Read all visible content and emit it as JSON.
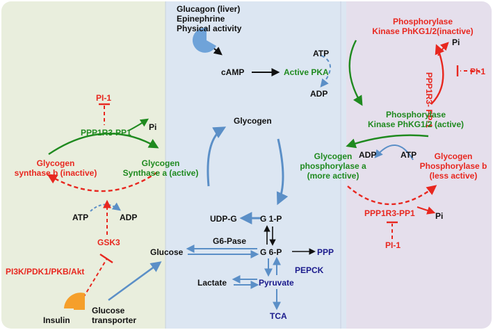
{
  "colors": {
    "left_panel_bg": "#e9eedd",
    "mid_panel_bg": "#dce6f2",
    "right_panel_bg": "#e5dfec",
    "blue_arrow": "#5b8fc7",
    "red": "#e8271f",
    "green": "#1f8a1f",
    "navy": "#1a1a8c",
    "receptor_orange": "#f59f2b",
    "receptor_blue": "#6fa3d9"
  },
  "icons": {
    "insulin_receptor": "half-circle-orange-icon",
    "glucagon_receptor": "pac-shape-blue-icon"
  },
  "top": {
    "glucagon": "Glucagon (liver)",
    "epinephrine": "Epinephrine",
    "activity": "Physical activity",
    "camp": "cAMP",
    "active_pka": "Active PKA",
    "atp": "ATP",
    "adp": "ADP"
  },
  "left": {
    "pi1": "PI-1",
    "ppp1r3": "PPP1R3-PP1",
    "pi": "Pi",
    "gs_b_1": "Glycogen",
    "gs_b_2": "synthase b (inactive)",
    "gs_a_1": "Glycogen",
    "gs_a_2": "Synthase a (active)",
    "atp": "ATP",
    "adp": "ADP",
    "gsk3": "GSK3",
    "pi3k": "PI3K/PDK1/PKB/Akt",
    "insulin": "Insulin",
    "transporter_1": "Glucose",
    "transporter_2": "transporter"
  },
  "middle": {
    "glycogen": "Glycogen",
    "udpg": "UDP-G",
    "g1p": "G 1-P",
    "g6p": "G 6-P",
    "glucose": "Glucose",
    "g6pase": "G6-Pase",
    "ppp": "PPP",
    "pepck": "PEPCK",
    "lactate": "Lactate",
    "pyruvate": "Pyruvate",
    "tca": "TCA"
  },
  "right": {
    "phk_inactive_1": "Phosphorylase",
    "phk_inactive_2": "Kinase PhKG1/2(inactive)",
    "pi_top": "Pi",
    "ppp1r3_vert": "PPP1R3- PP-1",
    "pi1_top": "PI-1",
    "phk_active_1": "Phosphorylase",
    "phk_active_2": "Kinase PhKG1/2 (active)",
    "adp": "ADP",
    "atp": "ATP",
    "gp_a_1": "Glycogen",
    "gp_a_2": "phosphorylase a",
    "gp_a_3": "(more active)",
    "gp_b_1": "Glycogen",
    "gp_b_2": "Phosphorylase b",
    "gp_b_3": "(less active)",
    "ppp1r3_bottom": "PPP1R3-PP1",
    "pi_bottom": "Pi",
    "pi1_bottom": "PI-1"
  }
}
